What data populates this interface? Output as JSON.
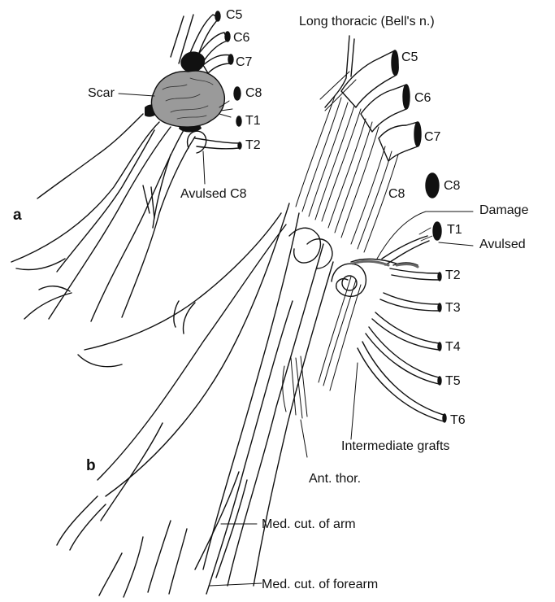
{
  "panels": {
    "a": "a",
    "b": "b"
  },
  "panel_a_labels": {
    "c5": "C5",
    "c6": "C6",
    "c7": "C7",
    "c8": "C8",
    "t1": "T1",
    "t2": "T2",
    "scar": "Scar",
    "avulsed_c8": "Avulsed C8"
  },
  "panel_b_labels": {
    "long_thoracic": "Long thoracic (Bell's n.)",
    "c5": "C5",
    "c6": "C6",
    "c7": "C7",
    "c8_root": "C8",
    "c8_trunk": "C8",
    "damage": "Damage",
    "t1": "T1",
    "avulsed": "Avulsed",
    "t2": "T2",
    "t3": "T3",
    "t4": "T4",
    "t5": "T5",
    "t6": "T6",
    "intermediate_grafts": "Intermediate grafts",
    "ant_thor": "Ant. thor.",
    "med_cut_arm": "Med. cut. of arm",
    "med_cut_forearm": "Med. cut. of forearm"
  },
  "colors": {
    "ink": "#111111",
    "scar_fill": "#9a9a9a",
    "paper": "#ffffff"
  }
}
